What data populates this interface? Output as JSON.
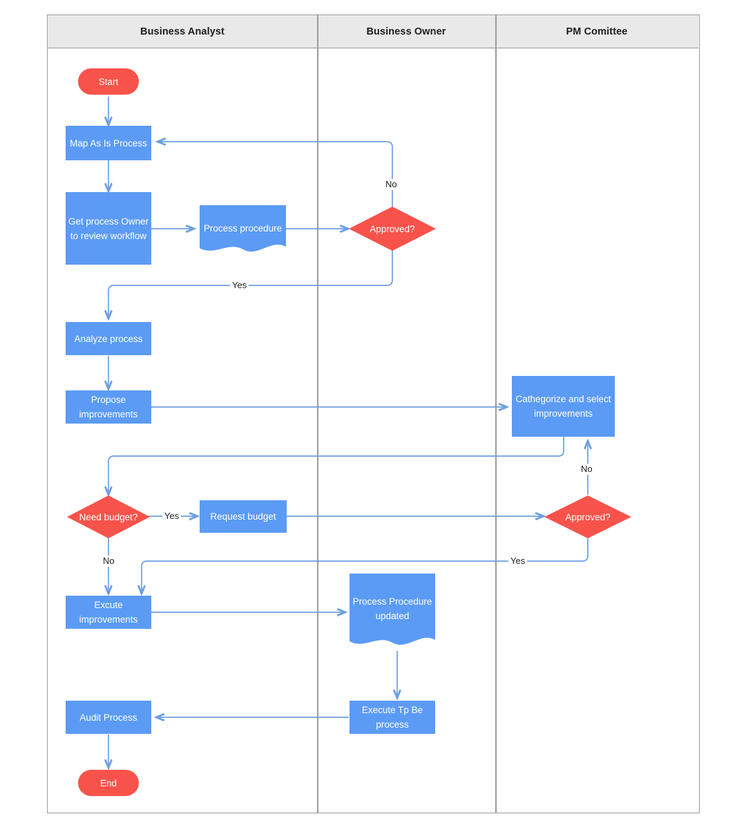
{
  "diagram": {
    "type": "swimlane-flowchart",
    "colors": {
      "process_fill": "#5B9BF5",
      "terminator_fill": "#F8534B",
      "document_fill": "#5B9BF5",
      "decision_fill": "#F8534B",
      "connector_stroke": "#6F9FE0",
      "lane_header_fill": "#E9E9E9",
      "lane_border": "#9B9B9B",
      "node_text": "#FFFFFF",
      "label_text": "#1D1D1D"
    },
    "lanes": [
      {
        "id": "lane-business-analyst",
        "label": "Business Analyst"
      },
      {
        "id": "lane-business-owner",
        "label": "Business Owner"
      },
      {
        "id": "lane-pm-comittee",
        "label": "PM Comittee"
      }
    ],
    "nodes": [
      {
        "id": "start",
        "label": "Start",
        "shape": "terminator",
        "lane": "Business Analyst"
      },
      {
        "id": "map-as-is",
        "label": "Map As Is Process",
        "shape": "process",
        "lane": "Business Analyst"
      },
      {
        "id": "get-owner-review",
        "label": "Get process Owner to review workflow",
        "shape": "process",
        "lane": "Business Analyst"
      },
      {
        "id": "process-procedure",
        "label": "Process procedure",
        "shape": "document",
        "lane": "Business Analyst"
      },
      {
        "id": "approved-1",
        "label": "Approved?",
        "shape": "decision",
        "lane": "Business Owner"
      },
      {
        "id": "analyze-process",
        "label": "Analyze process",
        "shape": "process",
        "lane": "Business Analyst"
      },
      {
        "id": "propose-improvements",
        "label": "Propose improvements",
        "shape": "process",
        "lane": "Business Analyst"
      },
      {
        "id": "cathegorize-select",
        "label": "Cathegorize and select improvements",
        "shape": "process",
        "lane": "PM Comittee"
      },
      {
        "id": "need-budget",
        "label": "Need budget?",
        "shape": "decision",
        "lane": "Business Analyst"
      },
      {
        "id": "request-budget",
        "label": "Request budget",
        "shape": "process",
        "lane": "Business Analyst"
      },
      {
        "id": "approved-2",
        "label": "Approved?",
        "shape": "decision",
        "lane": "PM Comittee"
      },
      {
        "id": "excute-improvements",
        "label": "Excute improvements",
        "shape": "process",
        "lane": "Business Analyst"
      },
      {
        "id": "process-procedure-updated",
        "label": "Process Procedure updated",
        "shape": "document",
        "lane": "Business Owner"
      },
      {
        "id": "execute-tp-be",
        "label": "Execute Tp Be process",
        "shape": "process",
        "lane": "Business Owner"
      },
      {
        "id": "audit-process",
        "label": "Audit Process",
        "shape": "process",
        "lane": "Business Analyst"
      },
      {
        "id": "end",
        "label": "End",
        "shape": "terminator",
        "lane": "Business Analyst"
      }
    ],
    "edge_labels": {
      "approved1_no": "No",
      "approved1_yes": "Yes",
      "approved2_no": "No",
      "approved2_yes": "Yes",
      "need_budget_yes": "Yes",
      "need_budget_no": "No"
    },
    "node_labels": {
      "start": "Start",
      "map_as_is": "Map As Is Process",
      "get_owner_review": "Get process Owner to review workflow",
      "process_procedure": "Process procedure",
      "approved_1": "Approved?",
      "analyze_process": "Analyze process",
      "propose_improvements": "Propose improvements",
      "cathegorize_select": "Cathegorize and select improvements",
      "need_budget": "Need budget?",
      "request_budget": "Request budget",
      "approved_2": "Approved?",
      "excute_improvements": "Excute improvements",
      "process_procedure_updated": "Process Procedure updated",
      "execute_tp_be": "Execute Tp Be process",
      "audit_process": "Audit Process",
      "end": "End"
    }
  }
}
